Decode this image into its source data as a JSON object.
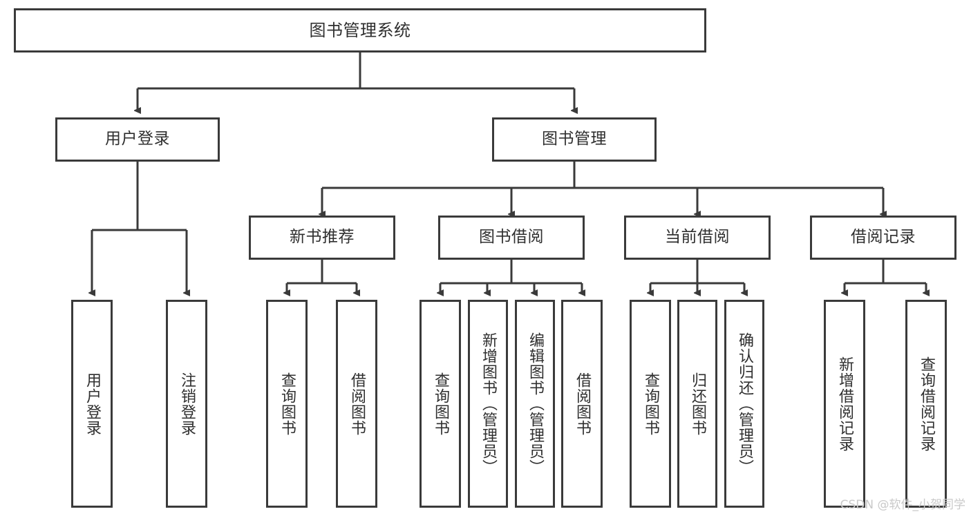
{
  "diagram": {
    "title": "图书管理系统",
    "type": "tree",
    "orientation": "top-down",
    "colors": {
      "border": "#3a3a3a",
      "text": "#2f2f2f",
      "background": "#ffffff",
      "connector": "#3a3a3a",
      "watermark": "#c9c9c9"
    },
    "root": {
      "label": "图书管理系统"
    },
    "level2": [
      {
        "label": "用户登录"
      },
      {
        "label": "图书管理"
      }
    ],
    "level3": [
      {
        "label": "新书推荐"
      },
      {
        "label": "图书借阅"
      },
      {
        "label": "当前借阅"
      },
      {
        "label": "借阅记录"
      }
    ],
    "leaves": {
      "user_login": [
        {
          "label": "用户登录"
        },
        {
          "label": "注销登录"
        }
      ],
      "new_book_recommend": [
        {
          "label": "查询图书"
        },
        {
          "label": "借阅图书"
        }
      ],
      "book_borrow": [
        {
          "label": "查询图书"
        },
        {
          "label": "新增图书（管理员）"
        },
        {
          "label": "编辑图书（管理员）"
        },
        {
          "label": "借阅图书"
        }
      ],
      "current_borrow": [
        {
          "label": "查询图书"
        },
        {
          "label": "归还图书"
        },
        {
          "label": "确认归还（管理员）"
        }
      ],
      "borrow_record": [
        {
          "label": "新增借阅记录"
        },
        {
          "label": "查询借阅记录"
        }
      ]
    }
  },
  "watermark": {
    "text": "CSDN @软件_小贺同学"
  }
}
